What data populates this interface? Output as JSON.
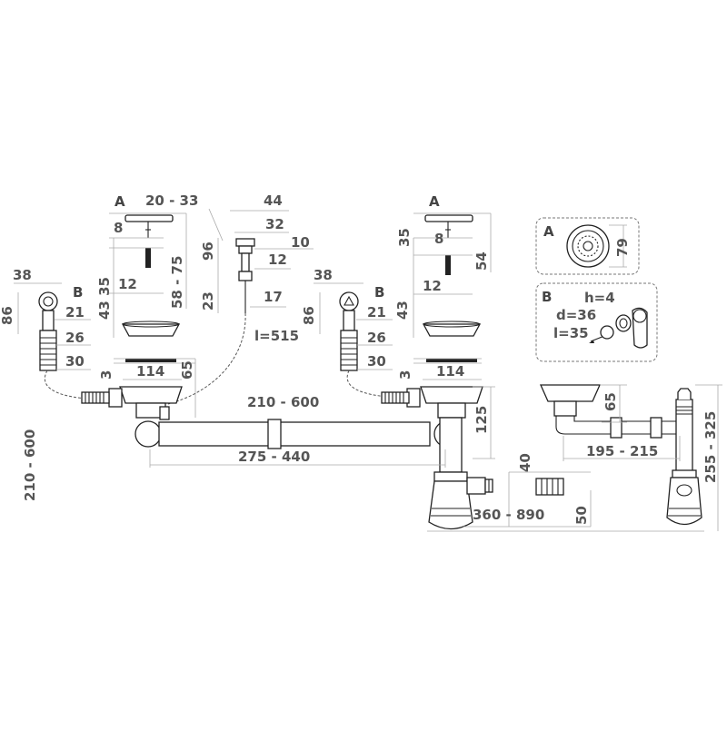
{
  "labels": {
    "A": "A",
    "B": "B"
  },
  "dims": {
    "d_20_33": "20 - 33",
    "d_44": "44",
    "d_32": "32",
    "d_10": "10",
    "d_12_top": "12",
    "d_96": "96",
    "d_23": "23",
    "d_17": "17",
    "l_515": "l=515",
    "d_8_left": "8",
    "d_12_left": "12",
    "d_58_75": "58 - 75",
    "d_43_35": "43 35",
    "d_3_left": "3",
    "d_114_left": "114",
    "d_65_left": "65",
    "d_38_left": "38",
    "d_86_left": "86",
    "d_21_left": "21",
    "d_26_left": "26",
    "d_30_left": "30",
    "d_210_600_left": "210 - 600",
    "d_275_440": "275 - 440",
    "d_210_600_mid": "210 - 600",
    "d_38_mid": "38",
    "d_86_mid": "86",
    "d_21_mid": "21",
    "d_26_mid": "26",
    "d_30_mid": "30",
    "d_35_right": "35",
    "d_8_right": "8",
    "d_54": "54",
    "d_12_right": "12",
    "d_43_right": "43",
    "d_3_right": "3",
    "d_114_right": "114",
    "d_125": "125",
    "d_40": "40",
    "d_360_890": "360 - 890",
    "d_50": "50",
    "d_65_right": "65",
    "d_195_215": "195 - 215",
    "d_255_325": "255 - 325",
    "d_79": "79",
    "h_4": "h=4",
    "d_36": "d=36",
    "l_35": "l=35"
  }
}
